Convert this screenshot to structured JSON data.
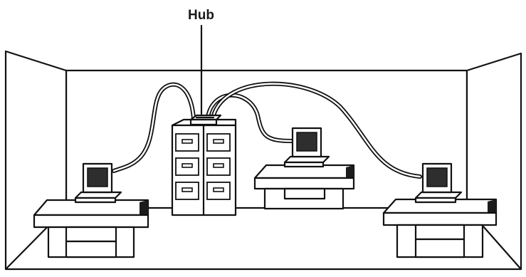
{
  "diagram": {
    "hub_label": "Hub",
    "workstations": [
      "workstation-left",
      "workstation-center",
      "workstation-right"
    ]
  }
}
